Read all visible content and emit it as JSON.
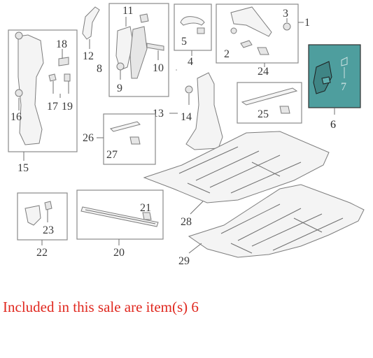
{
  "labels": {
    "l1": "1",
    "l2": "2",
    "l3": "3",
    "l4": "4",
    "l5": "5",
    "l6": "6",
    "l7": "7",
    "l8": "8",
    "l9": "9",
    "l10": "10",
    "l11": "11",
    "l12": "12",
    "l13": "13",
    "l14": "14",
    "l15": "15",
    "l16": "16",
    "l17": "17",
    "l18": "18",
    "l19": "19",
    "l20": "20",
    "l21": "21",
    "l22": "22",
    "l23": "23",
    "l24": "24",
    "l25": "25",
    "l26": "26",
    "l27": "27",
    "l28": "28",
    "l29": "29"
  },
  "colors": {
    "highlight": "#4e9e9e",
    "caption": "#e0281f"
  },
  "caption": "Included in this sale are item(s) 6"
}
